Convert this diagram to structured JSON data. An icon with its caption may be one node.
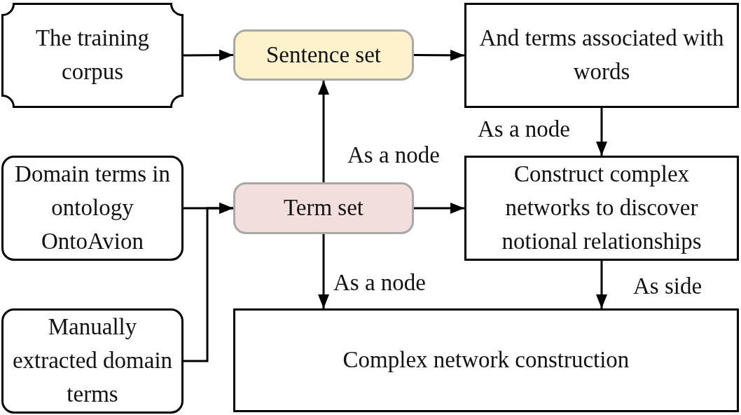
{
  "diagram": {
    "nodes": [
      {
        "text": [
          "The training corpus"
        ]
      },
      {
        "text": [
          "Sentence set"
        ]
      },
      {
        "text": [
          "And terms associated with words"
        ]
      },
      {
        "text": [
          "Domain terms in ontology OntoAvion"
        ]
      },
      {
        "text": [
          "Term set"
        ]
      },
      {
        "text": [
          "Construct complex networks to discover notional relationships"
        ]
      },
      {
        "text": [
          "Manually extracted domain terms"
        ]
      },
      {
        "text": [
          "Complex network construction"
        ]
      }
    ],
    "edges": [
      {
        "from": 0,
        "to": 1,
        "arrow": "to"
      },
      {
        "from": 1,
        "to": 2,
        "arrow": "to"
      },
      {
        "from": 2,
        "to": 5,
        "arrow": "to",
        "label": "As a node"
      },
      {
        "from": 4,
        "to": 1,
        "arrow": "to",
        "label": "As a node"
      },
      {
        "from": 3,
        "to": 4,
        "arrow": "to"
      },
      {
        "from": 6,
        "to": 4,
        "arrow": "to"
      },
      {
        "from": 4,
        "to": 5,
        "arrow": "to"
      },
      {
        "from": 4,
        "to": 7,
        "arrow": "to",
        "label": "As a node"
      },
      {
        "from": 5,
        "to": 7,
        "arrow": "to",
        "label": "As side"
      }
    ]
  }
}
